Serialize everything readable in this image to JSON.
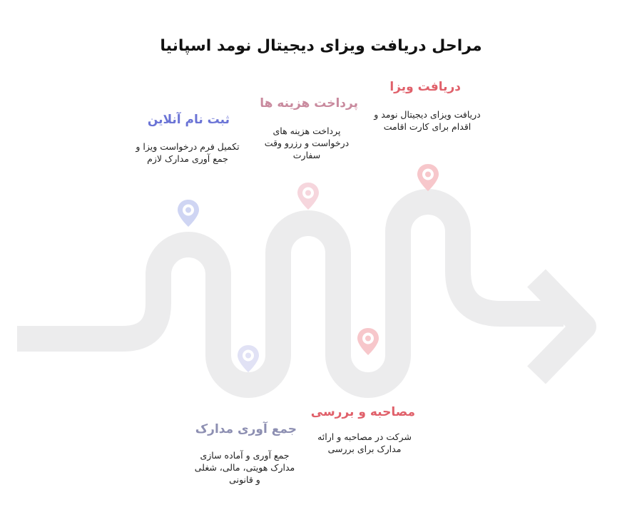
{
  "title": "مراحل دریافت ویزای دیجیتال نومد اسپانیا",
  "colors": {
    "road": "#ececed",
    "blue": "#6b74d6",
    "pink": "#c98a9e",
    "red": "#e0606a",
    "slate": "#8d8fb2",
    "pin_blue": "#cfd5f3",
    "pin_pink": "#f6d6dd",
    "pin_red": "#f7c7cb"
  },
  "steps": [
    {
      "title": "ثبت نام آنلاین",
      "desc": "تکمیل فرم درخواست ویزا و جمع آوری مدارک لازم",
      "icon": "location-pin-icon"
    },
    {
      "title": "جمع آوری مدارک",
      "desc": "جمع آوری و آماده سازی مدارک هویتی، مالی، شغلی و قانونی",
      "icon": "location-pin-icon"
    },
    {
      "title": "پرداخت هزینه ها",
      "desc": "پرداخت هزینه های درخواست و رزرو وقت سفارت",
      "icon": "location-pin-icon"
    },
    {
      "title": "مصاحبه و بررسی",
      "desc": "شرکت در مصاحبه و ارائه مدارک برای بررسی",
      "icon": "location-pin-icon"
    },
    {
      "title": "دریافت ویزا",
      "desc": "دریافت ویزای دیجیتال نومد و اقدام برای کارت اقامت",
      "icon": "location-pin-icon"
    }
  ]
}
